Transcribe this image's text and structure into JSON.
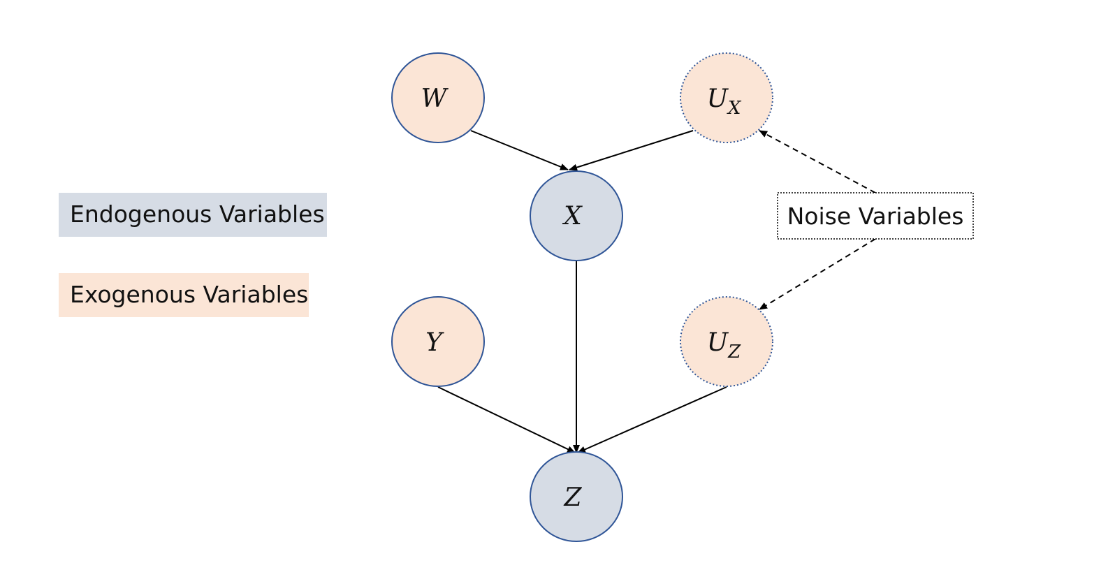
{
  "colors": {
    "endogenous_fill": "#d6dce5",
    "exogenous_fill": "#fbe5d6",
    "node_stroke": "#2f5597",
    "edge": "#000000"
  },
  "legend": {
    "endogenous": "Endogenous Variables",
    "exogenous": "Exogenous Variables"
  },
  "nodes": {
    "w": {
      "label": "W",
      "kind": "exogenous"
    },
    "ux": {
      "label": "U",
      "sub": "X",
      "kind": "noise"
    },
    "x": {
      "label": "X",
      "kind": "endogenous"
    },
    "y": {
      "label": "Y",
      "kind": "exogenous"
    },
    "uz": {
      "label": "U",
      "sub": "Z",
      "kind": "noise"
    },
    "z": {
      "label": "Z",
      "kind": "endogenous"
    }
  },
  "noise_box": {
    "label": "Noise Variables"
  },
  "edges": [
    {
      "from": "W",
      "to": "X",
      "style": "solid"
    },
    {
      "from": "U_X",
      "to": "X",
      "style": "solid"
    },
    {
      "from": "X",
      "to": "Z",
      "style": "solid"
    },
    {
      "from": "Y",
      "to": "Z",
      "style": "solid"
    },
    {
      "from": "U_Z",
      "to": "Z",
      "style": "solid"
    },
    {
      "from": "Noise Variables",
      "to": "U_X",
      "style": "dashed"
    },
    {
      "from": "Noise Variables",
      "to": "U_Z",
      "style": "dashed"
    }
  ]
}
